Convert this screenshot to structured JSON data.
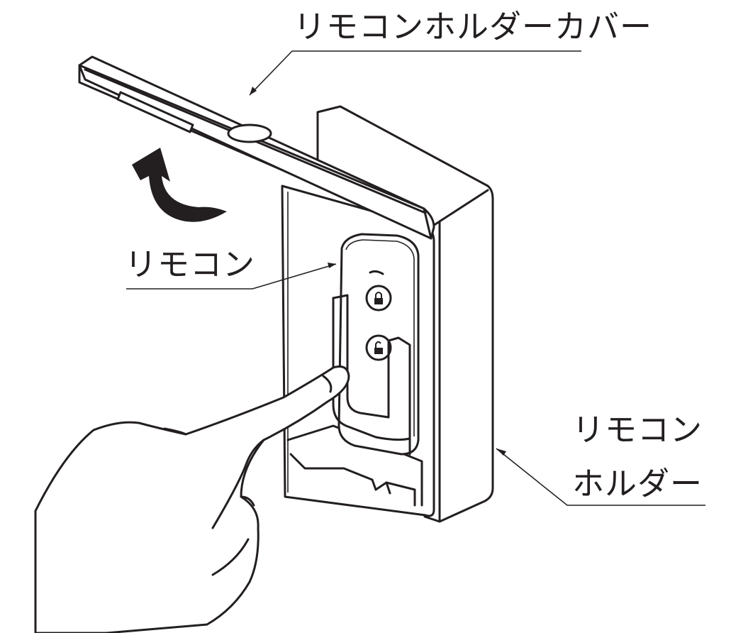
{
  "labels": {
    "cover": "リモコンホルダーカバー",
    "remote": "リモコン",
    "holder_line1": "リモコン",
    "holder_line2": "ホルダー"
  },
  "colors": {
    "line": "#231f20",
    "background": "#ffffff"
  },
  "icons": [
    "arrow-up-curved-icon",
    "lock-icon",
    "unlock-icon"
  ]
}
